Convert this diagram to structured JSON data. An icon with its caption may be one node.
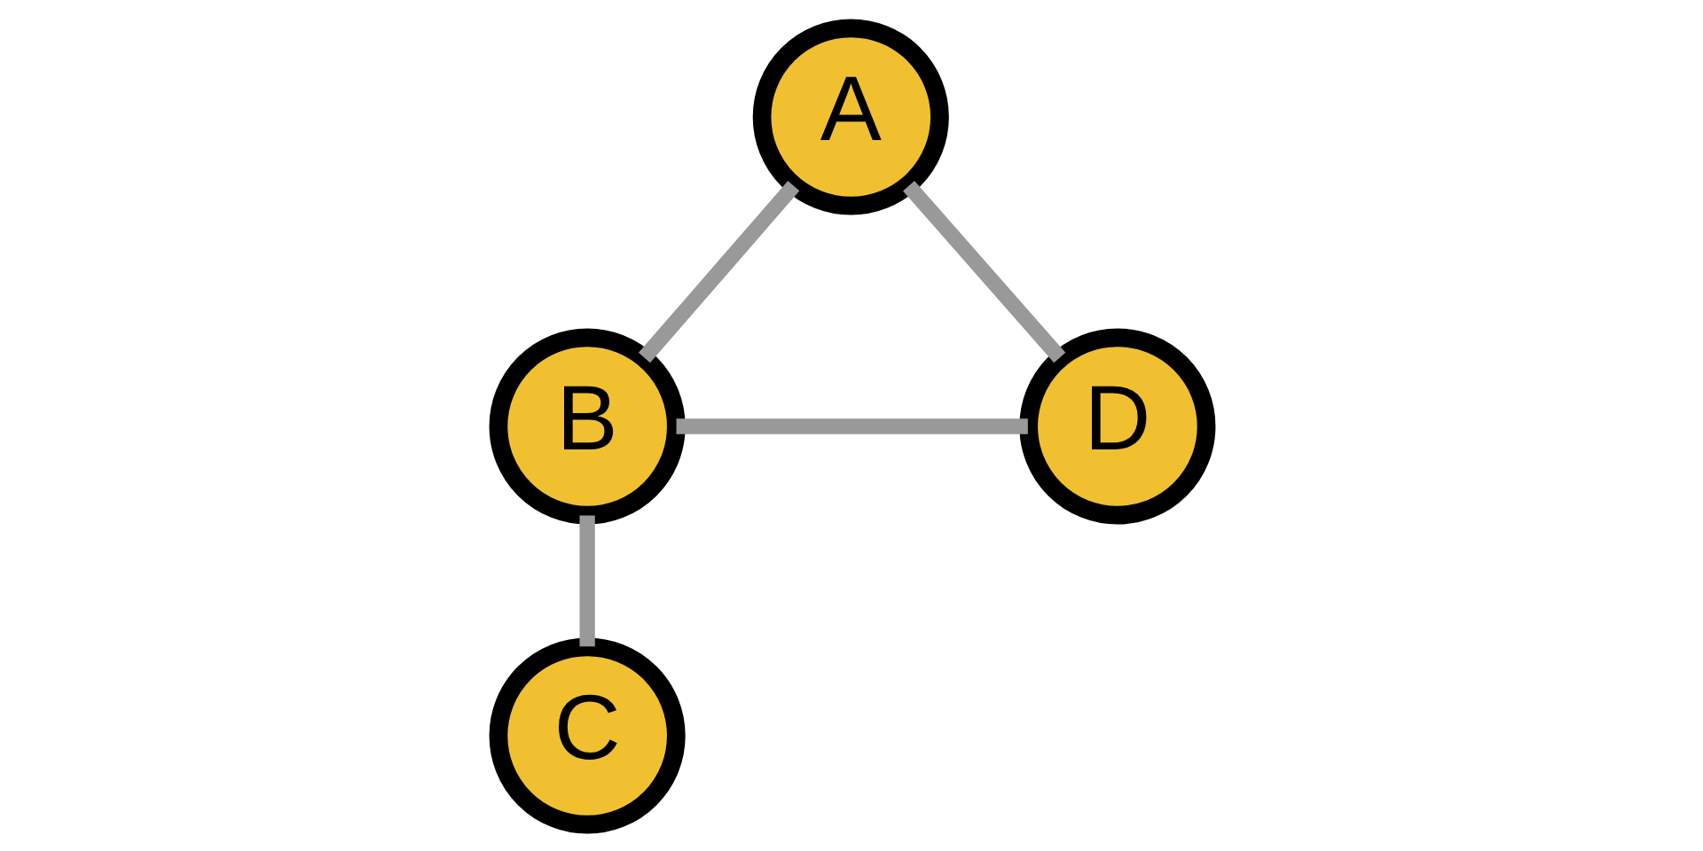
{
  "diagram": {
    "nodes": [
      {
        "text": [
          "A"
        ]
      },
      {
        "text": [
          "B"
        ]
      },
      {
        "text": [
          "D"
        ]
      },
      {
        "text": [
          "C"
        ]
      }
    ],
    "edges": [
      {
        "from": 0,
        "to": 1,
        "arrow": "none"
      },
      {
        "from": 0,
        "to": 2,
        "arrow": "none"
      },
      {
        "from": 1,
        "to": 2,
        "arrow": "none"
      },
      {
        "from": 1,
        "to": 3,
        "arrow": "none"
      }
    ]
  }
}
